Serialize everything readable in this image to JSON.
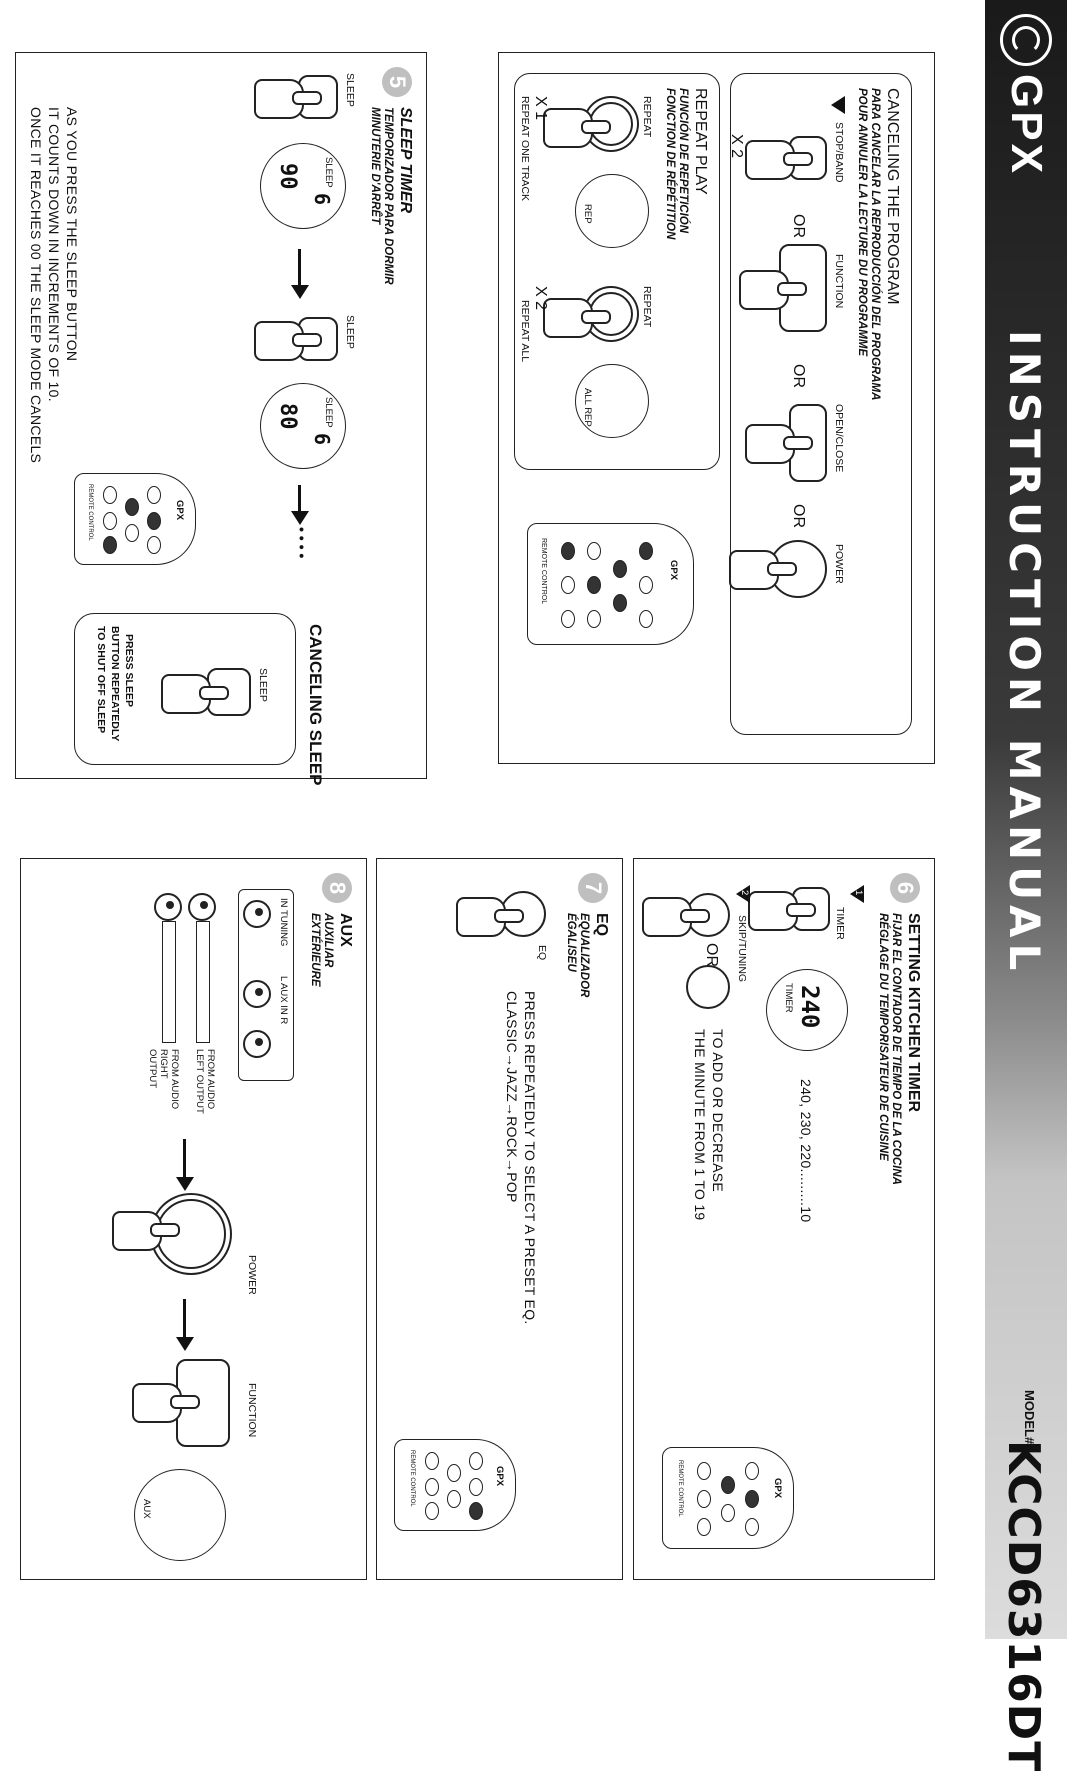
{
  "header": {
    "brand": "GPX",
    "title": "INSTRUCTION MANUAL",
    "model_label": "MODEL#",
    "model_number": "KCCD6316DT"
  },
  "canceling_program": {
    "title": "CANCELING THE PROGRAM",
    "subtitle_es": "PARA CANCELAR LA REPRODUCCIÓN DEL PROGRAMA",
    "subtitle_fr": "POUR ANNULER LA LECTURE DU PROGRAMME",
    "stop_label": "STOP/BAND",
    "times": "X 2",
    "or": "OR",
    "function_label": "FUNCTION",
    "open_close_label": "OPEN/CLOSE",
    "power_label": "POWER"
  },
  "repeat_play": {
    "title": "REPEAT PLAY",
    "subtitle_es": "FUNCIÓN DE REPETICIÓN",
    "subtitle_fr": "FONCTION DE RÉPÉTITION",
    "button_label": "REPEAT",
    "x1": "X 1",
    "x2": "X 2",
    "caption_one": "REPEAT ONE TRACK",
    "caption_all": "REPEAT ALL",
    "disp_one": "REP",
    "disp_all": "ALL REP"
  },
  "sleep_timer": {
    "number": "5",
    "title": "SLEEP TIMER",
    "subtitle_es": "TEMPORIZADOR PARA DORMIR",
    "subtitle_fr": "MINUTERIE D'ARRÊT",
    "button_label": "SLEEP",
    "disp1": "90",
    "disp2": "80",
    "disp_track": "6",
    "disp_tag": "SLEEP",
    "caption_line1": "AS YOU PRESS THE SLEEP BUTTON",
    "caption_line2": "IT COUNTS DOWN IN INCREMENTS OF 10.",
    "caption_line3": "ONCE IT REACHES 00 THE SLEEP MODE CANCELS",
    "dots": "• • • •"
  },
  "canceling_sleep": {
    "title": "CANCELING SLEEP",
    "button_label": "SLEEP",
    "caption_line1": "PRESS SLEEP",
    "caption_line2": "BUTTON REPEATEDLY",
    "caption_line3": "TO SHUT OFF SLEEP"
  },
  "kitchen_timer": {
    "number": "6",
    "title": "SETTING KITCHEN TIMER",
    "subtitle_es": "FIJAR EL CONTADOR DE TIEMPO DE LA COCINA",
    "subtitle_fr": "RÉGLAGE DU TEMPORISATEUR DE CUISINE",
    "timer_label": "TIMER",
    "display": "240",
    "disp_tag": "TIMER",
    "countdown": "240, 230, 220.........10",
    "skip_label": "SKIP/TUNING",
    "or": "OR",
    "caption_line1": "TO ADD OR DECREASE",
    "caption_line2": "THE MINUTE FROM 1 TO 19",
    "step1": "1",
    "step2": "2"
  },
  "eq": {
    "number": "7",
    "title": "EQ",
    "subtitle_es": "EQUALIZADOR",
    "subtitle_fr": "ÉGALISEU",
    "button_label": "EQ",
    "caption_line1": "PRESS REPEATEDLY TO SELECT A PRESET EQ.",
    "caption_line2": "CLASSIC→JAZZ→ROCK→POP"
  },
  "aux": {
    "number": "8",
    "title": "AUX",
    "subtitle_es": "AUXILIAR",
    "subtitle_fr": "EXTÉRIEURE",
    "panel_label": "IN TUNING",
    "panel_label2": "L  AUX IN  R",
    "from_left": "FROM AUDIO LEFT OUTPUT",
    "from_right": "FROM AUDIO RIGHT OUTPUT",
    "power_label": "POWER",
    "function_label": "FUNCTION",
    "display": "AUX"
  },
  "remote": {
    "brand": "GPX",
    "label": "REMOTE CONTROL"
  }
}
